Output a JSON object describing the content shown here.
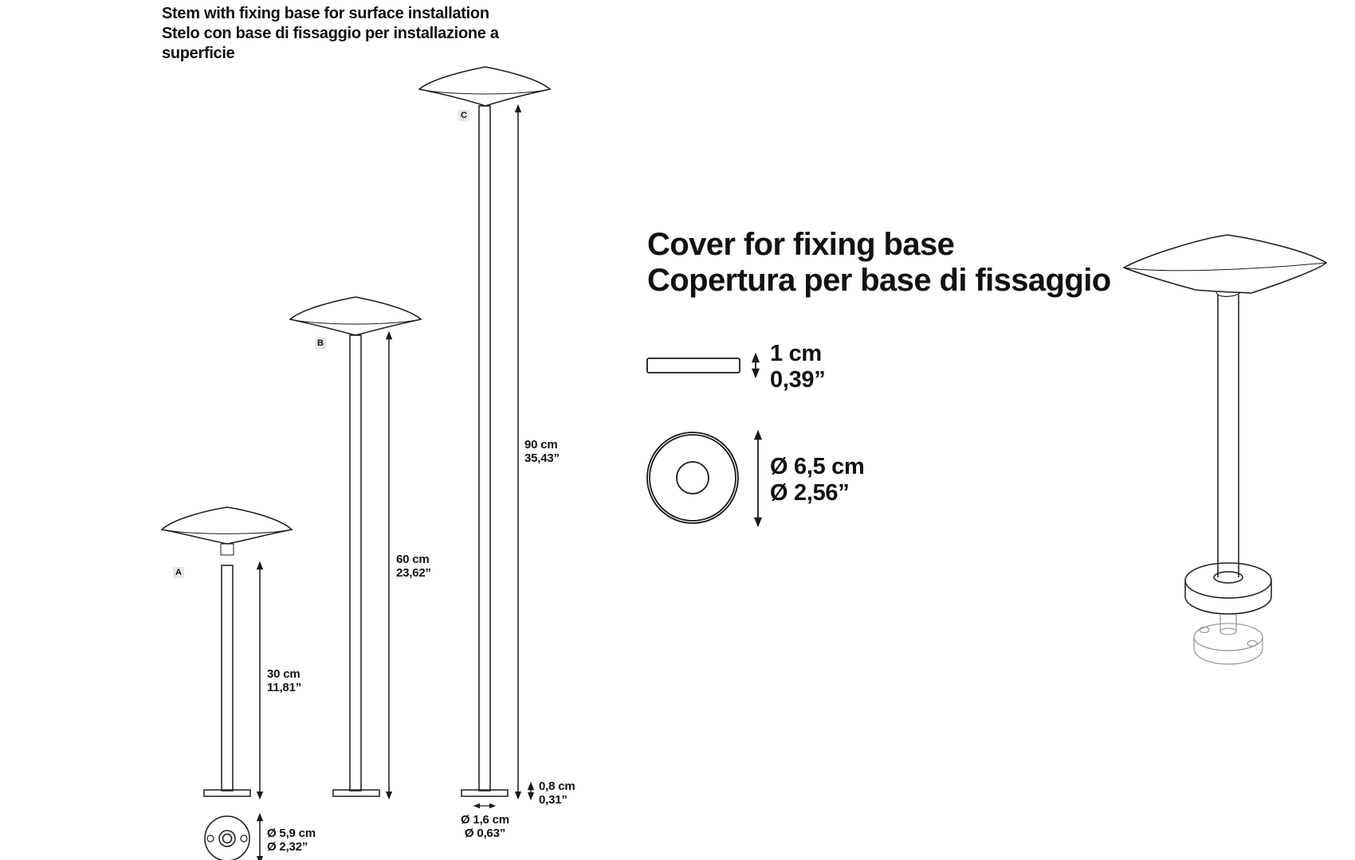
{
  "header": {
    "line1": "Stem with fixing base for surface installation",
    "line2": "Stelo con base di fissaggio per installazione a",
    "line3": "superficie"
  },
  "cover": {
    "title_en": "Cover for fixing base",
    "title_it": "Copertura per base di fissaggio",
    "thickness_cm": "1 cm",
    "thickness_in": "0,39”",
    "diameter_cm": "Ø 6,5 cm",
    "diameter_in": "Ø 2,56”"
  },
  "lamps": {
    "a": {
      "tag": "A",
      "height_cm": "30 cm",
      "height_in": "11,81”"
    },
    "b": {
      "tag": "B",
      "height_cm": "60 cm",
      "height_in": "23,62”"
    },
    "c": {
      "tag": "C",
      "height_cm": "90 cm",
      "height_in": "35,43”"
    }
  },
  "base": {
    "diameter_cm": "Ø 5,9 cm",
    "diameter_in": "Ø 2,32”",
    "thickness_cm": "0,8 cm",
    "thickness_in": "0,31”",
    "stem_cm": "Ø 1,6 cm",
    "stem_in": "Ø 0,63”"
  },
  "colors": {
    "line": "#1a1a1a",
    "tag_bg": "#e6e6e6",
    "faded": "#9a9a9a"
  }
}
